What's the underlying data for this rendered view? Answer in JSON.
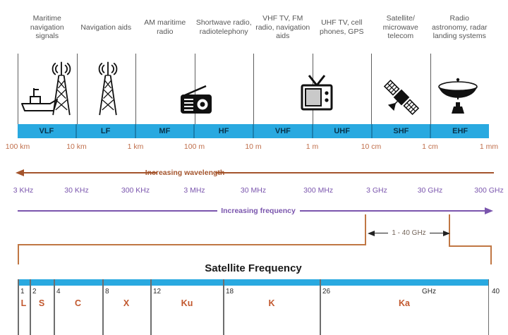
{
  "palette": {
    "bar_cyan": "#29a9e0",
    "band_text_navy": "#09344c",
    "wavelength_brown": "#c06f4c",
    "wavelength_arrow_brown": "#a4542c",
    "frequency_purple": "#7a55ad",
    "bracket_orange": "#c07744",
    "satellite_band_rust": "#c2582e"
  },
  "usage_labels": [
    "Maritime navigation signals",
    "Navigation aids",
    "AM maritime radio",
    "Shortwave radio, radiotelephony",
    "VHF TV, FM radio, navigation aids",
    "UHF TV, cell phones, GPS",
    "Satellite/ microwave telecom",
    "Radio astronomy, radar landing systems"
  ],
  "icons": [
    "ship-icon",
    "radio-tower-icon",
    "radio-tower-icon",
    "radio-icon",
    "tv-icon",
    "satellite-icon",
    "dish-antenna-icon"
  ],
  "bands": [
    "VLF",
    "LF",
    "MF",
    "HF",
    "VHF",
    "UHF",
    "SHF",
    "EHF"
  ],
  "wavelengths": [
    "100 km",
    "10 km",
    "1 km",
    "100 m",
    "10 m",
    "1 m",
    "10 cm",
    "1 cm",
    "1 mm"
  ],
  "wavelength_arrow_label": "Increasing wavelength",
  "frequencies": [
    "3 KHz",
    "30 KHz",
    "300 KHz",
    "3 MHz",
    "30 MHz",
    "300 MHz",
    "3 GHz",
    "30 GHz",
    "300 GHz"
  ],
  "frequency_arrow_label": "Increasing frequency",
  "range_label": "1 - 40 GHz",
  "satellite": {
    "title": "Satellite Frequency",
    "unit": "GHz",
    "scale_min": 1,
    "scale_max": 40,
    "ticks": [
      "1",
      "2",
      "4",
      "8",
      "12",
      "18",
      "26",
      "40"
    ],
    "bands": [
      "L",
      "S",
      "C",
      "X",
      "Ku",
      "K",
      "Ka"
    ]
  }
}
